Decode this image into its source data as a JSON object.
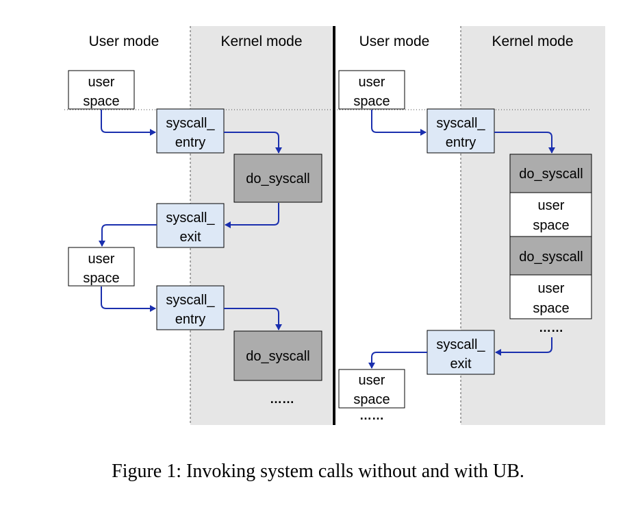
{
  "colors": {
    "kernel_bg": "#e6e6e6",
    "user_box": "#ffffff",
    "syscall_box": "#dde8f6",
    "do_syscall_box": "#acacac",
    "arrow": "#1a2fae"
  },
  "left": {
    "user_mode_label": "User mode",
    "kernel_mode_label": "Kernel mode",
    "user_space_1": [
      "user",
      "space"
    ],
    "syscall_entry_1": [
      "syscall_",
      "entry"
    ],
    "do_syscall_1": "do_syscall",
    "syscall_exit": [
      "syscall_",
      "exit"
    ],
    "user_space_2": [
      "user",
      "space"
    ],
    "syscall_entry_2": [
      "syscall_",
      "entry"
    ],
    "do_syscall_2": "do_syscall",
    "ellipsis": "……"
  },
  "right": {
    "user_mode_label": "User mode",
    "kernel_mode_label": "Kernel mode",
    "user_space_1": [
      "user",
      "space"
    ],
    "syscall_entry": [
      "syscall_",
      "entry"
    ],
    "do_syscall_1": "do_syscall",
    "kernel_user_space_1": [
      "user",
      "space"
    ],
    "do_syscall_2": "do_syscall",
    "kernel_user_space_2": [
      "user",
      "space"
    ],
    "kernel_ellipsis": "……",
    "syscall_exit": [
      "syscall_",
      "exit"
    ],
    "user_space_2": [
      "user",
      "space"
    ],
    "user_ellipsis": "……"
  },
  "caption": "Figure 1: Invoking system calls without and with UB."
}
